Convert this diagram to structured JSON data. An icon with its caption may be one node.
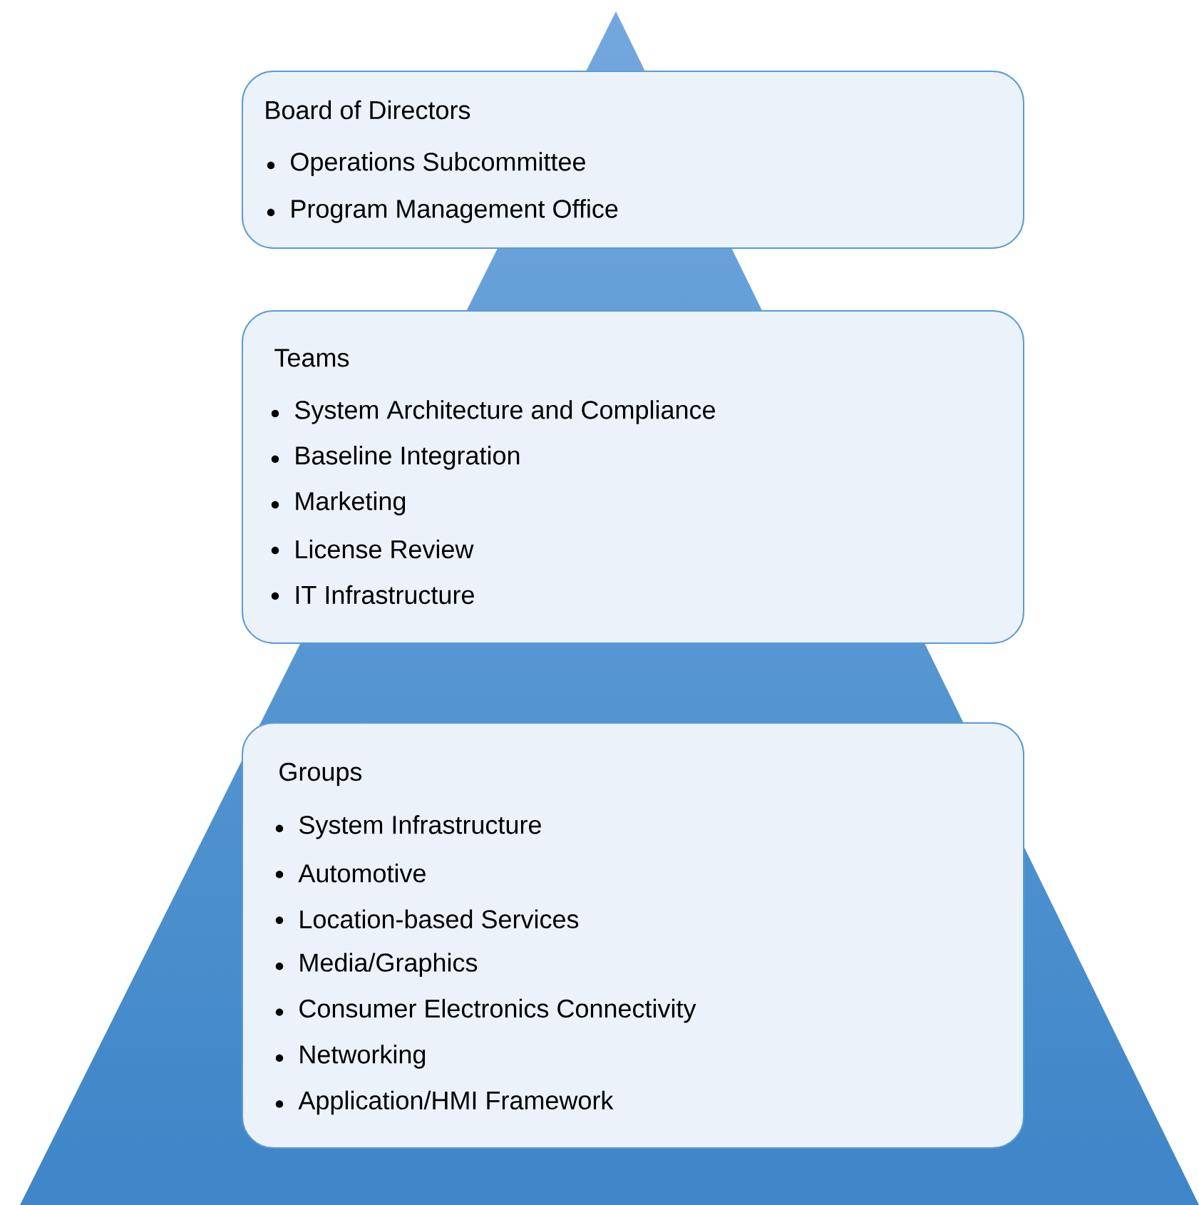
{
  "diagram": {
    "nodes": [
      {
        "text": [
          "Board of Directors",
          "Operations Subcommittee",
          "Program Management Office"
        ]
      },
      {
        "text": [
          "Teams",
          "System Architecture and Compliance",
          "Baseline Integration",
          "Marketing",
          "License Review",
          "IT Infrastructure"
        ]
      },
      {
        "text": [
          "Groups",
          "System Infrastructure",
          "Automotive",
          "Location-based Services",
          "Media/Graphics",
          "Consumer Electronics Connectivity",
          "Networking",
          "Application/HMI Framework"
        ]
      }
    ]
  }
}
